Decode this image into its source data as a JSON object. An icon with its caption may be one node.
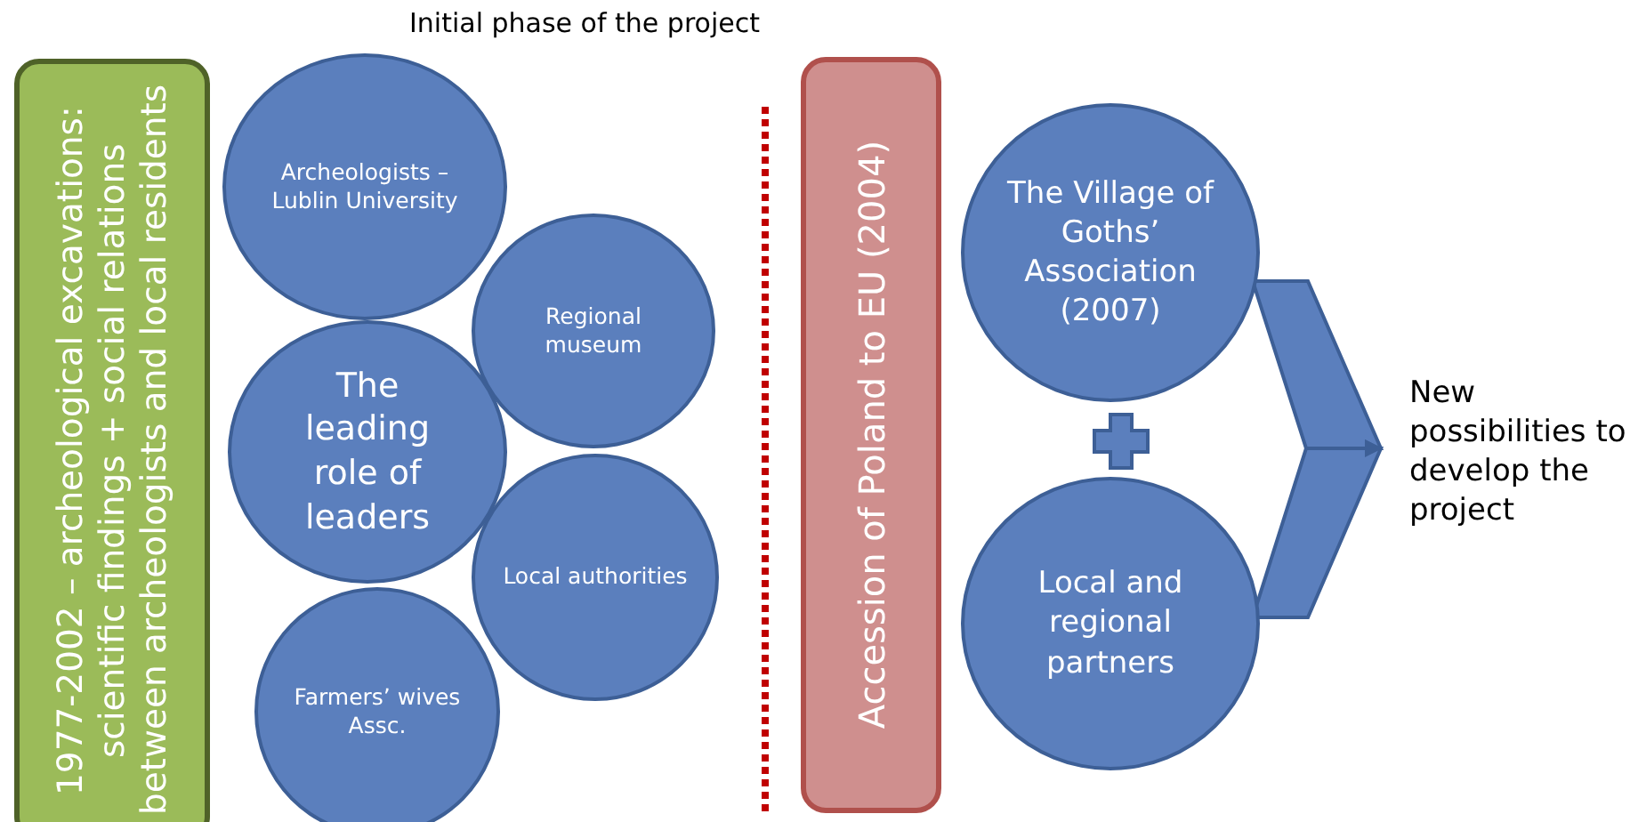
{
  "diagram": {
    "title": "Initial phase of the project",
    "nodes": [
      {
        "text": [
          "1977-2002 – archeological excavations: scientific findings + social relations between archeologists and local residents"
        ]
      },
      {
        "text": [
          "Archeologists – Lublin University"
        ]
      },
      {
        "text": [
          "Regional museum"
        ]
      },
      {
        "text": [
          "The leading role of leaders"
        ]
      },
      {
        "text": [
          "Local authorities"
        ]
      },
      {
        "text": [
          "Farmers’ wives Assc."
        ]
      },
      {
        "text": [
          "Accession of Poland to EU (2004)"
        ]
      },
      {
        "text": [
          "The Village of Goths’ Association (2007)"
        ]
      },
      {
        "text": [
          "Local and regional partners"
        ]
      },
      {
        "text": [
          "New possibilities to develop the project"
        ]
      }
    ],
    "edges": [
      {
        "from": 7,
        "to": 9,
        "arrow": "to"
      },
      {
        "from": 8,
        "to": 9,
        "arrow": "to"
      }
    ]
  }
}
